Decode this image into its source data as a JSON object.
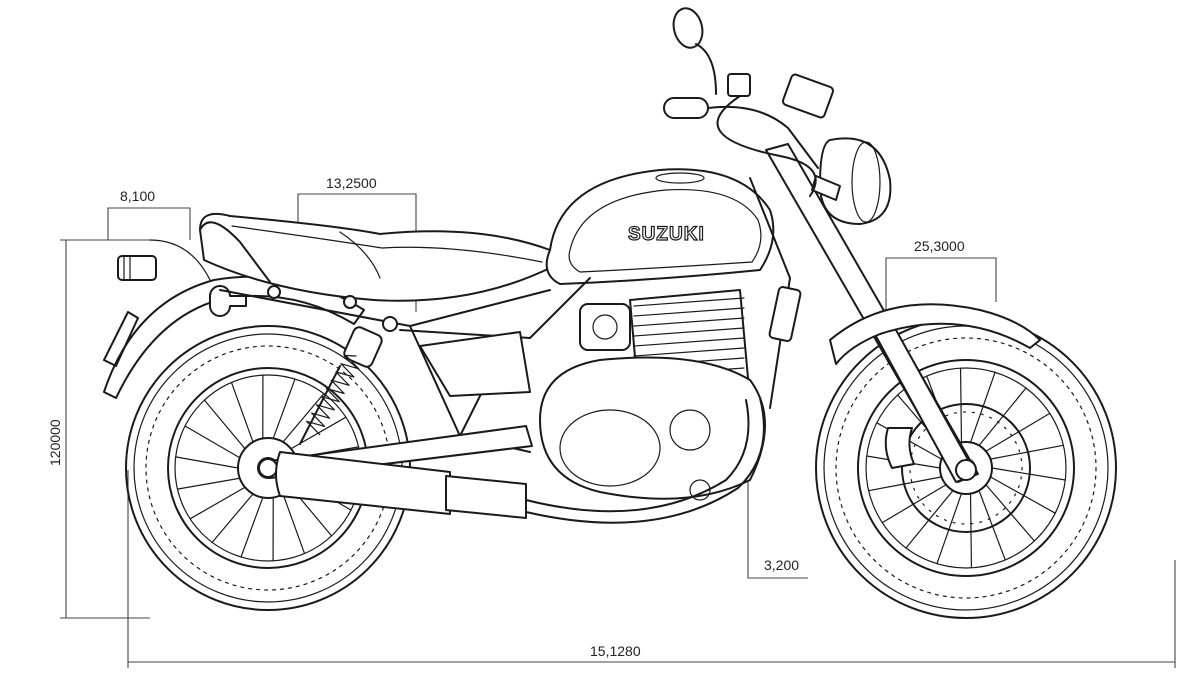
{
  "brand": "SUZUKI",
  "dimensions": {
    "rear_overhang": "8,100",
    "seat_length": "13,2500",
    "front_fender": "25,3000",
    "overall_height": "120000",
    "ground_clearance": "3,200",
    "overall_length": "15,1280"
  },
  "colors": {
    "line": "#1a1a1a",
    "dimension_line": "#444444",
    "background": "#ffffff"
  }
}
